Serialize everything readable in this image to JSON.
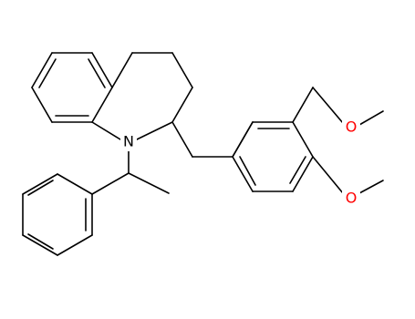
{
  "molecule": {
    "atoms": {
      "nitrogen": "N",
      "oxygen_top": "O",
      "oxygen_bottom": "O"
    },
    "colors": {
      "bond": "#000000",
      "nitrogen": "#000000",
      "oxygen": "#ff0000",
      "background": "#ffffff"
    }
  }
}
